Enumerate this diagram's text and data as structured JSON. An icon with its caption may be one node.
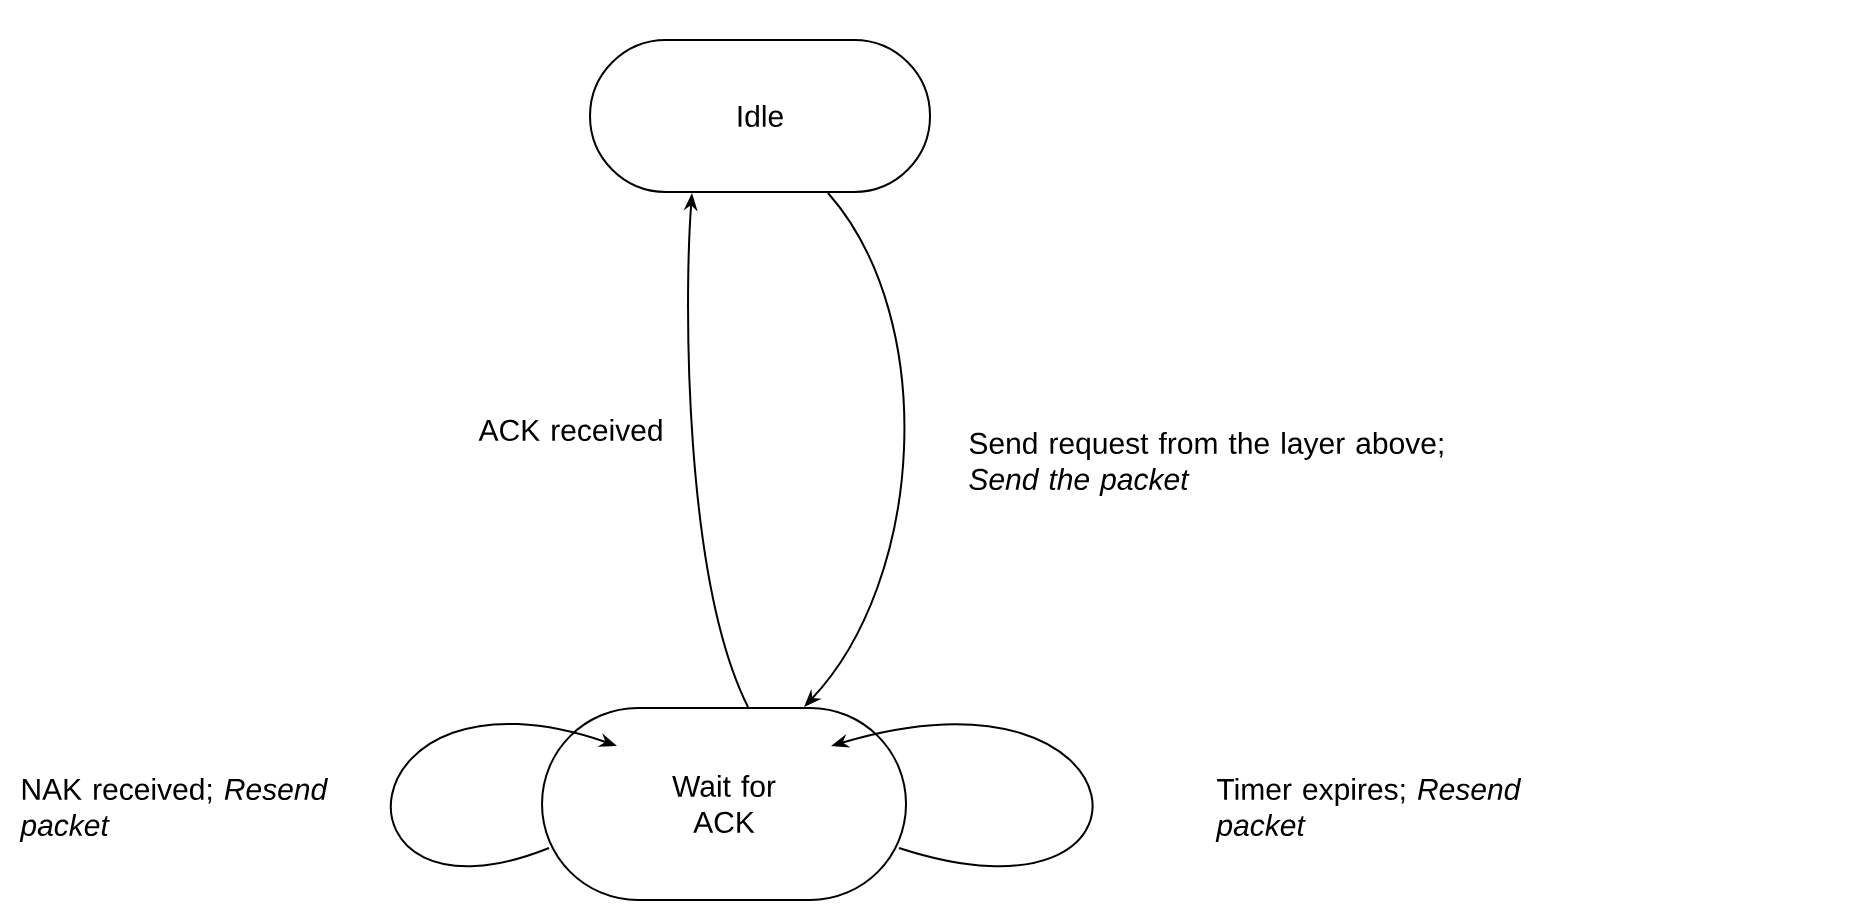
{
  "diagram": {
    "nodes": [
      {
        "text": [
          "Idle"
        ]
      },
      {
        "text": [
          "Wait for ACK"
        ]
      }
    ],
    "edges": [
      {
        "from": 1,
        "to": 0,
        "arrow": "to",
        "label": "ACK received"
      },
      {
        "from": 0,
        "to": 1,
        "arrow": "to",
        "label": "Send request from the layer above; *Send the packet*"
      },
      {
        "from": 1,
        "to": 1,
        "arrow": "to",
        "label": "NAK received; *Resend packet*"
      },
      {
        "from": 1,
        "to": 1,
        "arrow": "to",
        "label": "Timer expires; *Resend packet*"
      }
    ]
  }
}
